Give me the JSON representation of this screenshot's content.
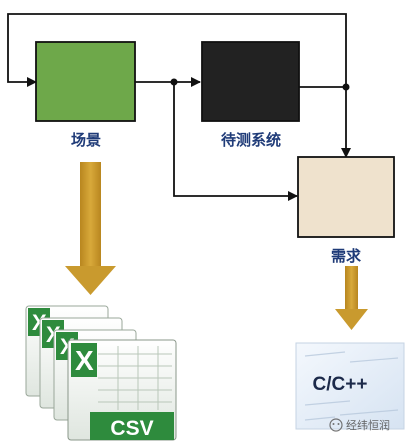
{
  "nodes": {
    "scene": {
      "label": "场景",
      "color": "#6ea84a"
    },
    "system_under_test": {
      "label": "待测系统",
      "color": "#222222"
    },
    "requirements": {
      "label": "需求",
      "color": "#efe2cd"
    }
  },
  "outputs": {
    "csv_label": "CSV",
    "cpp_label": "C/C++"
  },
  "colors": {
    "line": "#111111",
    "arrow_down": "#c99a2e",
    "label_text": "#1f3b78",
    "excel_green": "#2e8b3d"
  },
  "watermark": "经纬恒润"
}
